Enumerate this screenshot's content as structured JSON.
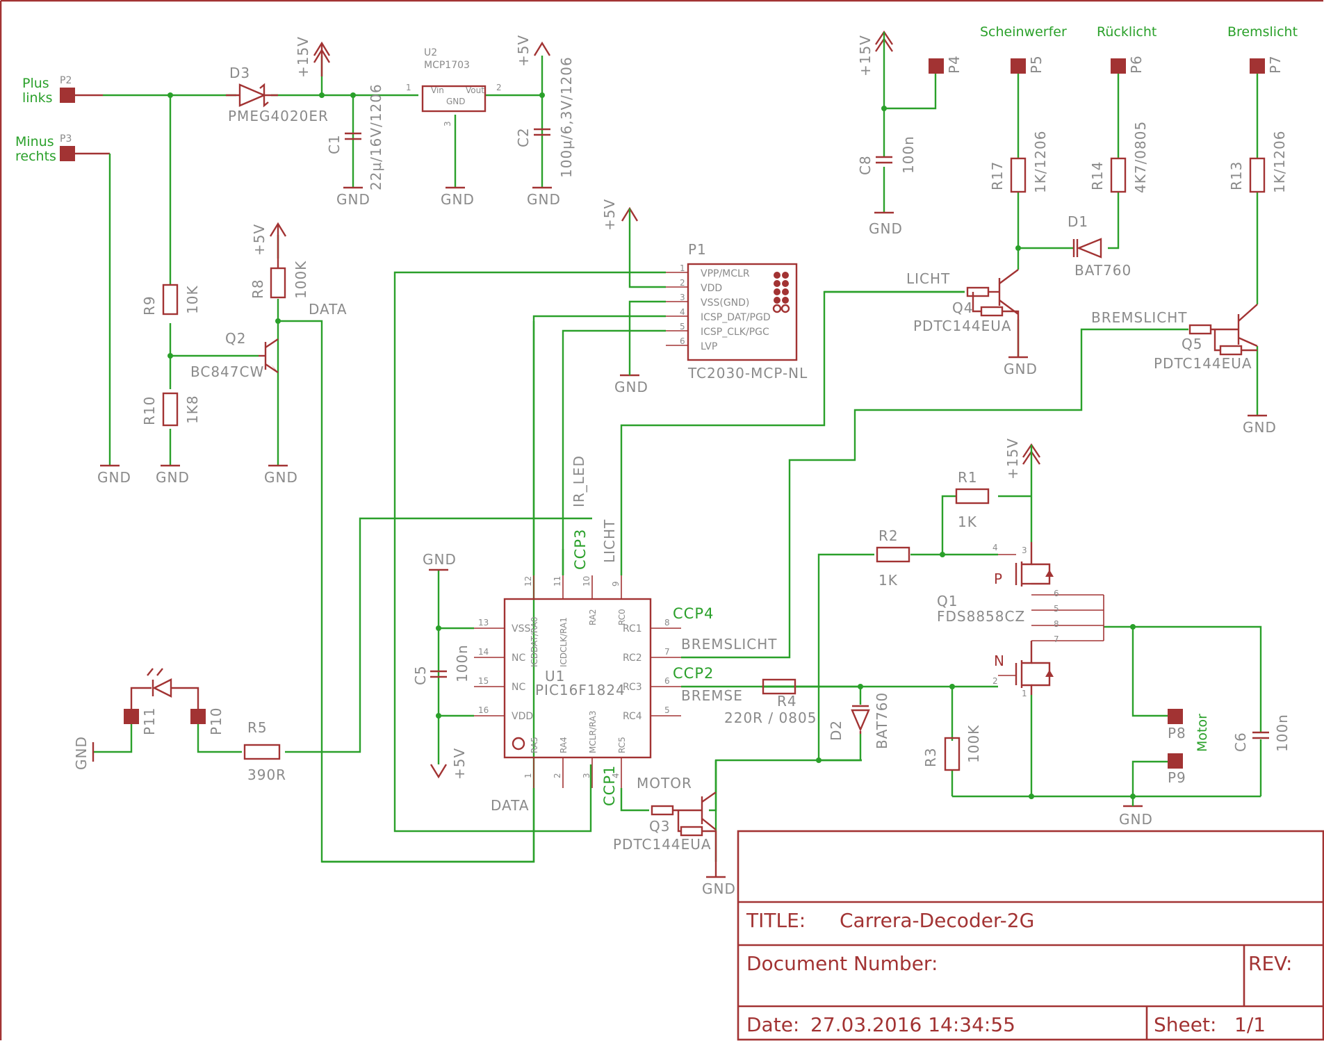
{
  "ports": {
    "p2": {
      "ref": "P2",
      "label": "Plus links"
    },
    "p3": {
      "ref": "P3",
      "label": "Minus rechts"
    },
    "p4": {
      "ref": "P4"
    },
    "p5": {
      "ref": "P5",
      "label": "Scheinwerfer"
    },
    "p6": {
      "ref": "P6",
      "label": "Rücklicht"
    },
    "p7": {
      "ref": "P7",
      "label": "Bremslicht"
    },
    "p8": {
      "ref": "P8"
    },
    "p9": {
      "ref": "P9"
    },
    "motor_label": "Motor",
    "p10": {
      "ref": "P10"
    },
    "p11": {
      "ref": "P11"
    }
  },
  "components": {
    "d3": {
      "ref": "D3",
      "value": "PMEG4020ER"
    },
    "u2": {
      "ref": "U2",
      "value": "MCP1703",
      "vin": "Vin",
      "vout": "Vout",
      "gnd": "GND",
      "pin1": "1",
      "pin2": "2",
      "pin3": "3"
    },
    "c1": {
      "ref": "C1",
      "value": "22µ/16V/1206"
    },
    "c2": {
      "ref": "C2",
      "value": "100µ/6,3V/1206"
    },
    "r9": {
      "ref": "R9",
      "value": "10K"
    },
    "r10": {
      "ref": "R10",
      "value": "1K8"
    },
    "r8": {
      "ref": "R8",
      "value": "100K"
    },
    "q2": {
      "ref": "Q2",
      "value": "BC847CW"
    },
    "p1": {
      "ref": "P1",
      "value": "TC2030-MCP-NL",
      "pins": [
        "VPP/MCLR",
        "VDD",
        "VSS(GND)",
        "ICSP_DAT/PGD",
        "ICSP_CLK/PGC",
        "LVP"
      ],
      "nums": [
        "1",
        "2",
        "3",
        "4",
        "5",
        "6"
      ]
    },
    "c8": {
      "ref": "C8",
      "value": "100n"
    },
    "r17": {
      "ref": "R17",
      "value": "1K/1206"
    },
    "r14": {
      "ref": "R14",
      "value": "4K7/0805"
    },
    "r13": {
      "ref": "R13",
      "value": "1K/1206"
    },
    "d1": {
      "ref": "D1",
      "value": "BAT760"
    },
    "q4": {
      "ref": "Q4",
      "value": "PDTC144EUA"
    },
    "q5": {
      "ref": "Q5",
      "value": "PDTC144EUA"
    },
    "u1": {
      "ref": "U1",
      "value": "PIC16F1824",
      "left": [
        "VSS",
        "NC",
        "NC",
        "VDD"
      ],
      "left_nums": [
        "13",
        "14",
        "15",
        "16"
      ],
      "right": [
        "RC1",
        "RC2",
        "RC3",
        "RC4"
      ],
      "right_nums": [
        "8",
        "7",
        "6",
        "5"
      ],
      "top": [
        "ICDDAT/RA0",
        "ICDCLK/RA1",
        "RA2",
        "RC0"
      ],
      "top_nums": [
        "12",
        "11",
        "10",
        "9"
      ],
      "bottom": [
        "RA5",
        "RA4",
        "MCLR/RA3",
        "RC5"
      ],
      "bottom_nums": [
        "1",
        "2",
        "3",
        "4"
      ]
    },
    "c5": {
      "ref": "C5",
      "value": "100n"
    },
    "r5": {
      "ref": "R5",
      "value": "390R"
    },
    "r4": {
      "ref": "R4",
      "value": "220R / 0805"
    },
    "d2": {
      "ref": "D2",
      "value": "BAT760"
    },
    "r3": {
      "ref": "R3",
      "value": "100K"
    },
    "r1": {
      "ref": "R1",
      "value": "1K"
    },
    "r2": {
      "ref": "R2",
      "value": "1K"
    },
    "q1": {
      "ref": "Q1",
      "value": "FDS8858CZ",
      "p": "P",
      "n": "N",
      "pins": [
        "4",
        "3",
        "6",
        "5",
        "8",
        "7",
        "2",
        "1"
      ]
    },
    "c6": {
      "ref": "C6",
      "value": "100n"
    },
    "q3": {
      "ref": "Q3",
      "value": "PDTC144EUA"
    }
  },
  "power": {
    "gnd": "GND",
    "p5v": "+5V",
    "p15v": "+15V"
  },
  "nets": {
    "data": "DATA",
    "ir_led": "IR_LED",
    "licht": "LICHT",
    "bremslicht": "BREMSLICHT",
    "bremse": "BREMSE",
    "motor": "MOTOR",
    "ccp1": "CCP1",
    "ccp2": "CCP2",
    "ccp3": "CCP3",
    "ccp4": "CCP4"
  },
  "title_block": {
    "title_label": "TITLE:",
    "title": "Carrera-Decoder-2G",
    "docnum_label": "Document Number:",
    "rev_label": "REV:",
    "date_label": "Date:",
    "date": "27.03.2016 14:34:55",
    "sheet_label": "Sheet:",
    "sheet": "1/1"
  }
}
